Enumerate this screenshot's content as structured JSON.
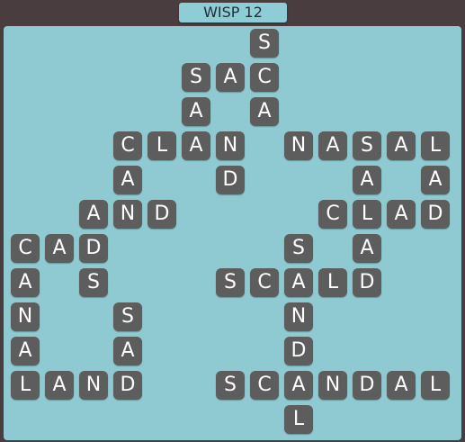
{
  "title": "WISP 12",
  "colors": {
    "background": "#4a3d40",
    "board": "#8fc9d1",
    "title_bar": "#8ecdd6",
    "tile": "#5d5d5d",
    "letter": "#ffffff"
  },
  "tiles": [
    {
      "letter": "S",
      "col": 7,
      "row": 0
    },
    {
      "letter": "S",
      "col": 5,
      "row": 1
    },
    {
      "letter": "A",
      "col": 6,
      "row": 1
    },
    {
      "letter": "C",
      "col": 7,
      "row": 1
    },
    {
      "letter": "A",
      "col": 5,
      "row": 2
    },
    {
      "letter": "A",
      "col": 7,
      "row": 2
    },
    {
      "letter": "C",
      "col": 3,
      "row": 3
    },
    {
      "letter": "L",
      "col": 4,
      "row": 3
    },
    {
      "letter": "A",
      "col": 5,
      "row": 3
    },
    {
      "letter": "N",
      "col": 6,
      "row": 3
    },
    {
      "letter": "N",
      "col": 8,
      "row": 3
    },
    {
      "letter": "A",
      "col": 9,
      "row": 3
    },
    {
      "letter": "S",
      "col": 10,
      "row": 3
    },
    {
      "letter": "A",
      "col": 11,
      "row": 3
    },
    {
      "letter": "L",
      "col": 12,
      "row": 3
    },
    {
      "letter": "A",
      "col": 3,
      "row": 4
    },
    {
      "letter": "D",
      "col": 6,
      "row": 4
    },
    {
      "letter": "A",
      "col": 10,
      "row": 4
    },
    {
      "letter": "A",
      "col": 12,
      "row": 4
    },
    {
      "letter": "A",
      "col": 2,
      "row": 5
    },
    {
      "letter": "N",
      "col": 3,
      "row": 5
    },
    {
      "letter": "D",
      "col": 4,
      "row": 5
    },
    {
      "letter": "C",
      "col": 9,
      "row": 5
    },
    {
      "letter": "L",
      "col": 10,
      "row": 5
    },
    {
      "letter": "A",
      "col": 11,
      "row": 5
    },
    {
      "letter": "D",
      "col": 12,
      "row": 5
    },
    {
      "letter": "C",
      "col": 0,
      "row": 6
    },
    {
      "letter": "A",
      "col": 1,
      "row": 6
    },
    {
      "letter": "D",
      "col": 2,
      "row": 6
    },
    {
      "letter": "S",
      "col": 8,
      "row": 6
    },
    {
      "letter": "A",
      "col": 10,
      "row": 6
    },
    {
      "letter": "A",
      "col": 0,
      "row": 7
    },
    {
      "letter": "S",
      "col": 2,
      "row": 7
    },
    {
      "letter": "S",
      "col": 6,
      "row": 7
    },
    {
      "letter": "C",
      "col": 7,
      "row": 7
    },
    {
      "letter": "A",
      "col": 8,
      "row": 7
    },
    {
      "letter": "L",
      "col": 9,
      "row": 7
    },
    {
      "letter": "D",
      "col": 10,
      "row": 7
    },
    {
      "letter": "N",
      "col": 0,
      "row": 8
    },
    {
      "letter": "S",
      "col": 3,
      "row": 8
    },
    {
      "letter": "N",
      "col": 8,
      "row": 8
    },
    {
      "letter": "A",
      "col": 0,
      "row": 9
    },
    {
      "letter": "A",
      "col": 3,
      "row": 9
    },
    {
      "letter": "D",
      "col": 8,
      "row": 9
    },
    {
      "letter": "L",
      "col": 0,
      "row": 10
    },
    {
      "letter": "A",
      "col": 1,
      "row": 10
    },
    {
      "letter": "N",
      "col": 2,
      "row": 10
    },
    {
      "letter": "D",
      "col": 3,
      "row": 10
    },
    {
      "letter": "S",
      "col": 6,
      "row": 10
    },
    {
      "letter": "C",
      "col": 7,
      "row": 10
    },
    {
      "letter": "A",
      "col": 8,
      "row": 10
    },
    {
      "letter": "N",
      "col": 9,
      "row": 10
    },
    {
      "letter": "D",
      "col": 10,
      "row": 10
    },
    {
      "letter": "A",
      "col": 11,
      "row": 10
    },
    {
      "letter": "L",
      "col": 12,
      "row": 10
    },
    {
      "letter": "L",
      "col": 8,
      "row": 11
    }
  ]
}
